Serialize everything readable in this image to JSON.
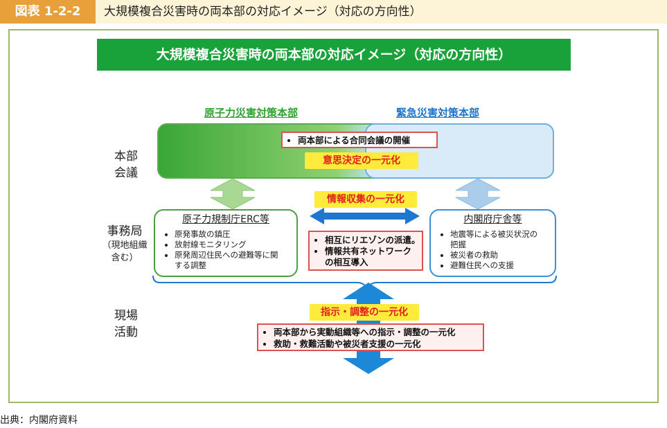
{
  "figure": {
    "number": "図表 1-2-2",
    "title": "大規模複合災害時の両本部の対応イメージ（対応の方向性）"
  },
  "banner": "大規模複合災害時の両本部の対応イメージ（対応の方向性）",
  "columns": {
    "left": "原子力災害対策本部",
    "right": "緊急災害対策本部"
  },
  "rows": {
    "hq": {
      "line1": "本部",
      "line2": "会議"
    },
    "office": {
      "line1": "事務局",
      "line2": "（現地組織",
      "line3": "含む）"
    },
    "field": {
      "line1": "現場",
      "line2": "活動"
    }
  },
  "hq_meeting": {
    "item": "両本部による合同会議の開催",
    "label": "意思決定の一元化"
  },
  "info_label": "情報収集の一元化",
  "left_office": {
    "title": "原子力規制庁ERC等",
    "items": [
      "原発事故の鎮圧",
      "放射線モニタリング",
      "原発周辺住民への避難等に関",
      "する調整"
    ]
  },
  "right_office": {
    "title": "内閣府庁舎等",
    "items": [
      "地震等による被災状況の",
      "把握",
      "被災者の救助",
      "避難住民への支援"
    ]
  },
  "liaison": {
    "items": [
      "相互にリエゾンの派遣。",
      "情報共有ネットワーク",
      "の相互導入"
    ]
  },
  "field_label": "指示・調整の一元化",
  "field_items": [
    "両本部から実動組織等への指示・調整の一元化",
    "救助・救難活動や被災者支援の一元化"
  ],
  "credit": "出典：内閣府資料",
  "colors": {
    "green": "#1aa23a",
    "blue": "#1e74c8",
    "yellow": "#ffeb3b",
    "red": "#e0201e",
    "header": "#e8a13a"
  }
}
